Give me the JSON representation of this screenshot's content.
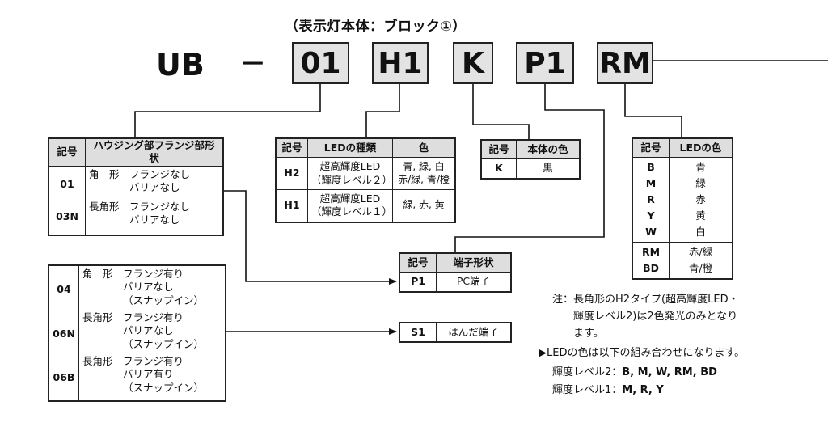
{
  "header": {
    "title": "（表示灯本体：ブロック①）",
    "prefix": "UB",
    "dash": "−",
    "codes": [
      "01",
      "H1",
      "K",
      "P1",
      "RM"
    ]
  },
  "housing_table": {
    "headers": [
      "記号",
      "ハウジング部フランジ部形状"
    ],
    "rows": [
      {
        "code": "01",
        "shape": "角　形",
        "lines": [
          "フランジなし",
          "バリアなし"
        ]
      },
      {
        "code": "03N",
        "shape": "長角形",
        "lines": [
          "フランジなし",
          "バリアなし"
        ]
      }
    ]
  },
  "housing_table2": {
    "rows": [
      {
        "code": "04",
        "shape": "角　形",
        "lines": [
          "フランジ有り",
          "バリアなし",
          "（スナップイン）"
        ]
      },
      {
        "code": "06N",
        "shape": "長角形",
        "lines": [
          "フランジ有り",
          "バリアなし",
          "（スナップイン）"
        ]
      },
      {
        "code": "06B",
        "shape": "長角形",
        "lines": [
          "フランジ有り",
          "バリア有り",
          "（スナップイン）"
        ]
      }
    ]
  },
  "led_type_table": {
    "headers": [
      "記号",
      "LEDの種類",
      "色"
    ],
    "rows": [
      {
        "code": "H2",
        "type": [
          "超高輝度LED",
          "（輝度レベル２）"
        ],
        "color": [
          "青, 緑, 白",
          "赤/緑, 青/橙"
        ]
      },
      {
        "code": "H1",
        "type": [
          "超高輝度LED",
          "（輝度レベル１）"
        ],
        "color": [
          "緑, 赤, 黄"
        ]
      }
    ]
  },
  "body_color_table": {
    "headers": [
      "記号",
      "本体の色"
    ],
    "rows": [
      {
        "code": "K",
        "color": "黒"
      }
    ]
  },
  "led_color_table": {
    "headers": [
      "記号",
      "LEDの色"
    ],
    "single": {
      "codes": [
        "B",
        "M",
        "R",
        "Y",
        "W"
      ],
      "colors": [
        "青",
        "緑",
        "赤",
        "黄",
        "白"
      ]
    },
    "dual": {
      "codes": [
        "RM",
        "BD"
      ],
      "colors": [
        "赤/緑",
        "青/橙"
      ]
    }
  },
  "terminal_table": {
    "headers": [
      "記号",
      "端子形状"
    ],
    "rows": [
      {
        "code": "P1",
        "shape": "PC端子"
      }
    ]
  },
  "solder_table": {
    "rows": [
      {
        "code": "S1",
        "shape": "はんだ端子"
      }
    ]
  },
  "notes": {
    "note_label": "注：",
    "note_lines": [
      "長角形のH2タイプ(超高輝度LED・",
      "輝度レベル2)は2色発光のみとなり",
      "ます。"
    ],
    "combo_heading": "▶LEDの色は以下の組み合わせになります。",
    "level2_label": "輝度レベル2：",
    "level2_values": "B, M, W, RM, BD",
    "level1_label": "輝度レベル1：",
    "level1_values": "M, R, Y"
  }
}
